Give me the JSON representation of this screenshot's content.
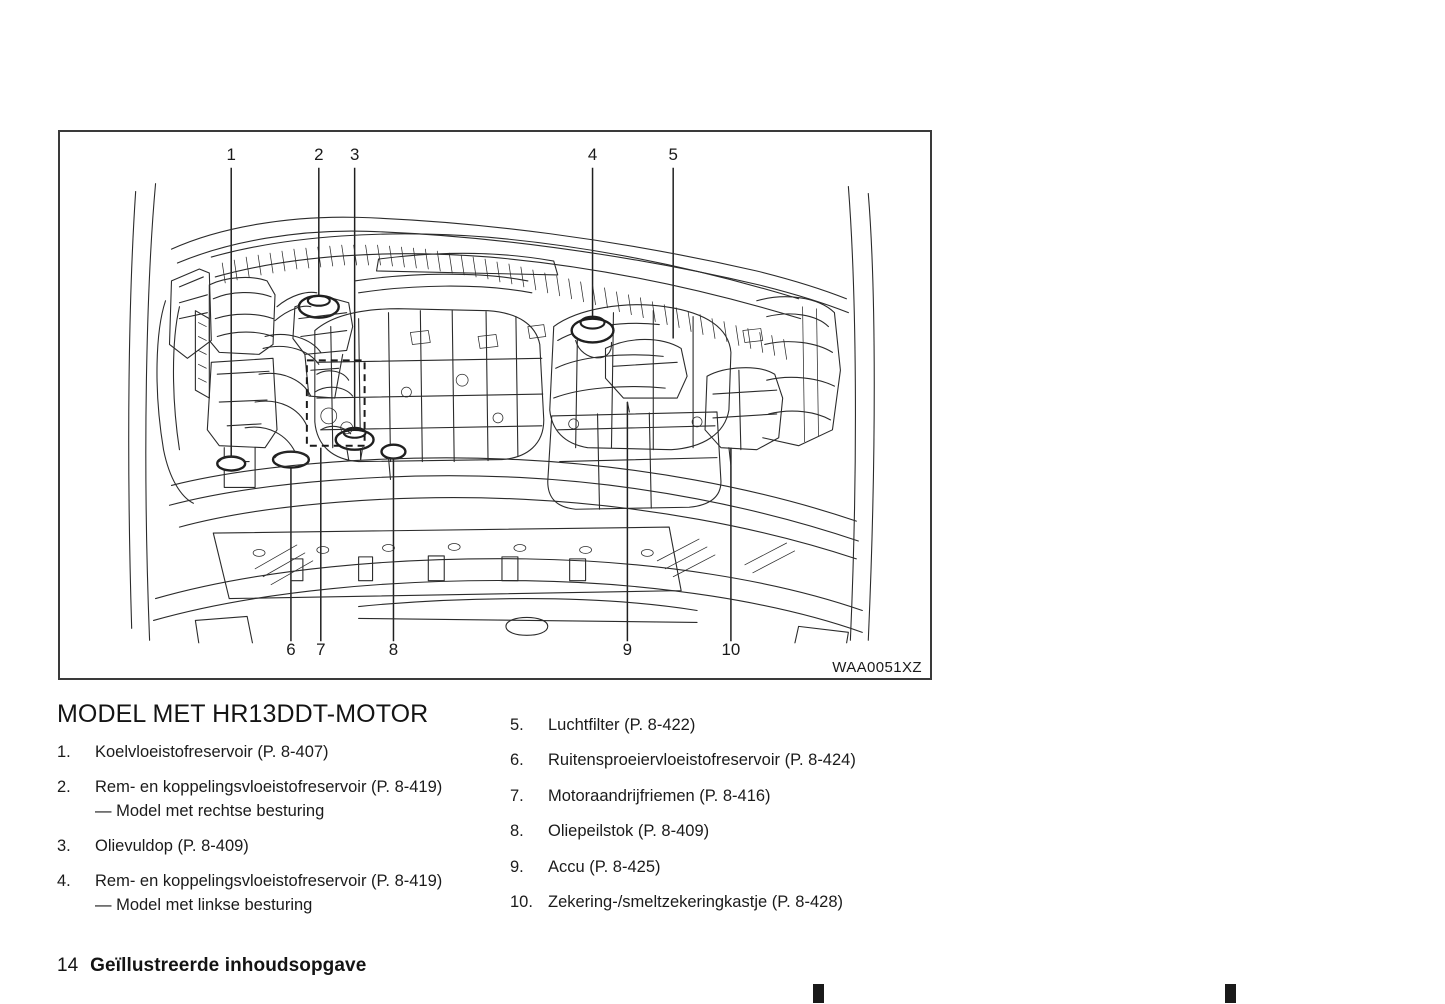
{
  "figure": {
    "code": "WAA0051XZ",
    "alt_name": "engine-compartment-line-drawing",
    "callouts_top": [
      "1",
      "2",
      "3",
      "4",
      "5"
    ],
    "callouts_bottom": [
      "6",
      "7",
      "8",
      "9",
      "10"
    ]
  },
  "section": {
    "title": "MODEL MET HR13DDT-MOTOR"
  },
  "list_left": [
    {
      "num": "1.",
      "text": "Koelvloeistofreservoir (P. 8-407)",
      "sub": ""
    },
    {
      "num": "2.",
      "text": "Rem- en koppelingsvloeistofreservoir (P. 8-419)",
      "sub": "— Model met rechtse besturing"
    },
    {
      "num": "3.",
      "text": "Olievuldop (P. 8-409)",
      "sub": ""
    },
    {
      "num": "4.",
      "text": "Rem- en koppelingsvloeistofreservoir (P. 8-419)",
      "sub": "— Model met linkse besturing"
    }
  ],
  "list_right": [
    {
      "num": "5.",
      "text": "Luchtfilter (P. 8-422)",
      "sub": ""
    },
    {
      "num": "6.",
      "text": "Ruitensproeiervloeistofreservoir (P. 8-424)",
      "sub": ""
    },
    {
      "num": "7.",
      "text": "Motoraandrijfriemen (P. 8-416)",
      "sub": ""
    },
    {
      "num": "8.",
      "text": "Oliepeilstok (P. 8-409)",
      "sub": ""
    },
    {
      "num": "9.",
      "text": "Accu (P. 8-425)",
      "sub": ""
    },
    {
      "num": "10.",
      "text": "Zekering-/smeltzekeringkastje (P. 8-428)",
      "sub": ""
    }
  ],
  "footer": {
    "page_number": "14",
    "title": "Geïllustreerde inhoudsopgave"
  },
  "colors": {
    "ink": "#1a1a1a",
    "line": "#2b2b2b",
    "border": "#3a3a3a",
    "page": "#ffffff"
  }
}
